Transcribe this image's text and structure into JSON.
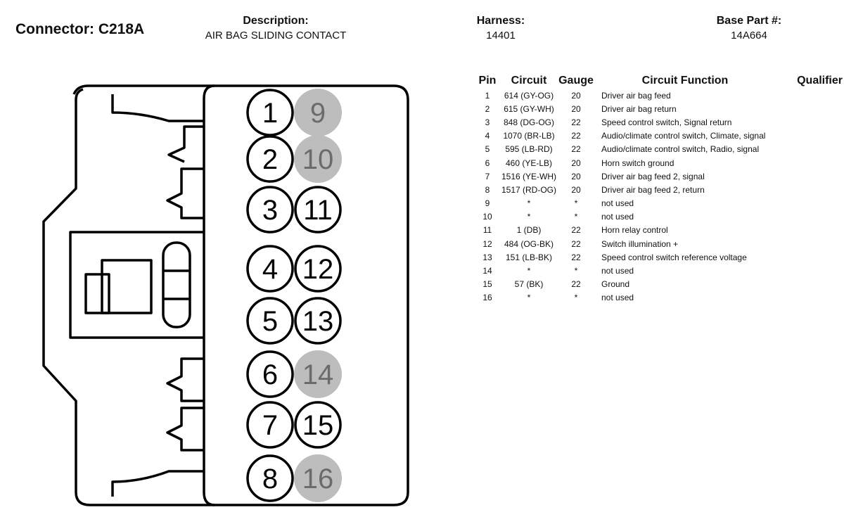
{
  "header": {
    "connector_title": "Connector: C218A",
    "description_label": "Description:",
    "description_value": "AIR BAG SLIDING CONTACT",
    "harness_label": "Harness:",
    "harness_value": "14401",
    "base_part_label": "Base Part #:",
    "base_part_value": "14A664"
  },
  "table": {
    "headers": {
      "pin": "Pin",
      "circuit": "Circuit",
      "gauge": "Gauge",
      "function": "Circuit Function",
      "qualifier": "Qualifier"
    },
    "rows": [
      {
        "pin": "1",
        "circuit": "614 (GY-OG)",
        "gauge": "20",
        "function": "Driver air bag feed"
      },
      {
        "pin": "2",
        "circuit": "615 (GY-WH)",
        "gauge": "20",
        "function": "Driver air bag return"
      },
      {
        "pin": "3",
        "circuit": "848 (DG-OG)",
        "gauge": "22",
        "function": "Speed control switch, Signal return"
      },
      {
        "pin": "4",
        "circuit": "1070 (BR-LB)",
        "gauge": "22",
        "function": "Audio/climate control switch, Climate, signal"
      },
      {
        "pin": "5",
        "circuit": "595 (LB-RD)",
        "gauge": "22",
        "function": "Audio/climate control switch, Radio, signal"
      },
      {
        "pin": "6",
        "circuit": "460 (YE-LB)",
        "gauge": "20",
        "function": "Horn switch ground"
      },
      {
        "pin": "7",
        "circuit": "1516 (YE-WH)",
        "gauge": "20",
        "function": "Driver air bag feed 2, signal"
      },
      {
        "pin": "8",
        "circuit": "1517 (RD-OG)",
        "gauge": "20",
        "function": "Driver air bag feed 2, return"
      },
      {
        "pin": "9",
        "circuit": "*",
        "gauge": "*",
        "function": "not used"
      },
      {
        "pin": "10",
        "circuit": "*",
        "gauge": "*",
        "function": "not used"
      },
      {
        "pin": "11",
        "circuit": "1 (DB)",
        "gauge": "22",
        "function": "Horn relay control"
      },
      {
        "pin": "12",
        "circuit": "484 (OG-BK)",
        "gauge": "22",
        "function": "Switch illumination +"
      },
      {
        "pin": "13",
        "circuit": "151 (LB-BK)",
        "gauge": "22",
        "function": "Speed control switch reference voltage"
      },
      {
        "pin": "14",
        "circuit": "*",
        "gauge": "*",
        "function": "not used"
      },
      {
        "pin": "15",
        "circuit": "57 (BK)",
        "gauge": "22",
        "function": "Ground"
      },
      {
        "pin": "16",
        "circuit": "*",
        "gauge": "*",
        "function": "not used"
      }
    ]
  },
  "connector": {
    "left_pins": [
      "1",
      "2",
      "3",
      "4",
      "5",
      "6",
      "7",
      "8"
    ],
    "right_pins": [
      {
        "label": "9",
        "used": false
      },
      {
        "label": "10",
        "used": false
      },
      {
        "label": "11",
        "used": true
      },
      {
        "label": "12",
        "used": true
      },
      {
        "label": "13",
        "used": true
      },
      {
        "label": "14",
        "used": false
      },
      {
        "label": "15",
        "used": true
      },
      {
        "label": "16",
        "used": false
      }
    ],
    "unused_fill": "#bdbdbd",
    "unused_text_color": "#6b6b6b"
  }
}
